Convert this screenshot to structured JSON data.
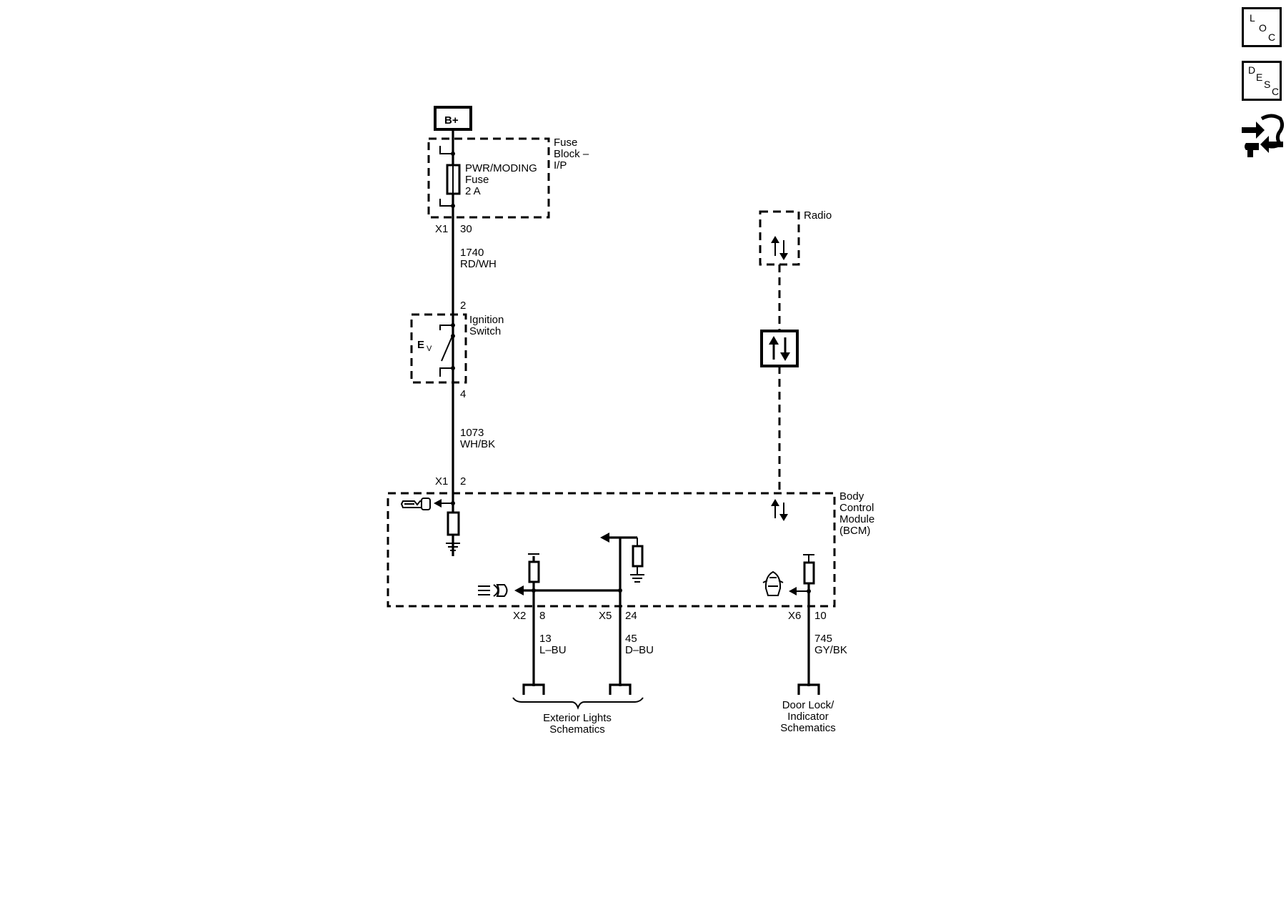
{
  "sidebar": {
    "loc": {
      "l1": "L",
      "l2": "O",
      "l3": "C"
    },
    "desc": {
      "l1": "D",
      "l2": "E",
      "l3": "S",
      "l4": "C"
    }
  },
  "power": {
    "label": "B+"
  },
  "fuse_block": {
    "name_l1": "Fuse",
    "name_l2": "Block –",
    "name_l3": "I/P",
    "fuse_l1": "PWR/MODING",
    "fuse_l2": "Fuse",
    "fuse_l3": "2 A",
    "conn": "X1",
    "pin": "30"
  },
  "wire_1740": {
    "circuit": "1740",
    "color": "RD/WH"
  },
  "ignition": {
    "name_l1": "Ignition",
    "name_l2": "Switch",
    "pin_top": "2",
    "pin_bottom": "4",
    "ev_l1": "E",
    "ev_l2": "V"
  },
  "wire_1073": {
    "circuit": "1073",
    "color": "WH/BK"
  },
  "radio": {
    "name": "Radio"
  },
  "bcm": {
    "name_l1": "Body",
    "name_l2": "Control",
    "name_l3": "Module",
    "name_l4": "(BCM)",
    "conn_top": "X1",
    "pin_top": "2"
  },
  "x2": {
    "conn": "X2",
    "pin": "8",
    "circuit": "13",
    "color": "L–BU"
  },
  "x5": {
    "conn": "X5",
    "pin": "24",
    "circuit": "45",
    "color": "D–BU"
  },
  "x6": {
    "conn": "X6",
    "pin": "10",
    "circuit": "745",
    "color": "GY/BK"
  },
  "refs": {
    "exterior_l1": "Exterior Lights",
    "exterior_l2": "Schematics",
    "door_l1": "Door Lock/",
    "door_l2": "Indicator",
    "door_l3": "Schematics"
  }
}
